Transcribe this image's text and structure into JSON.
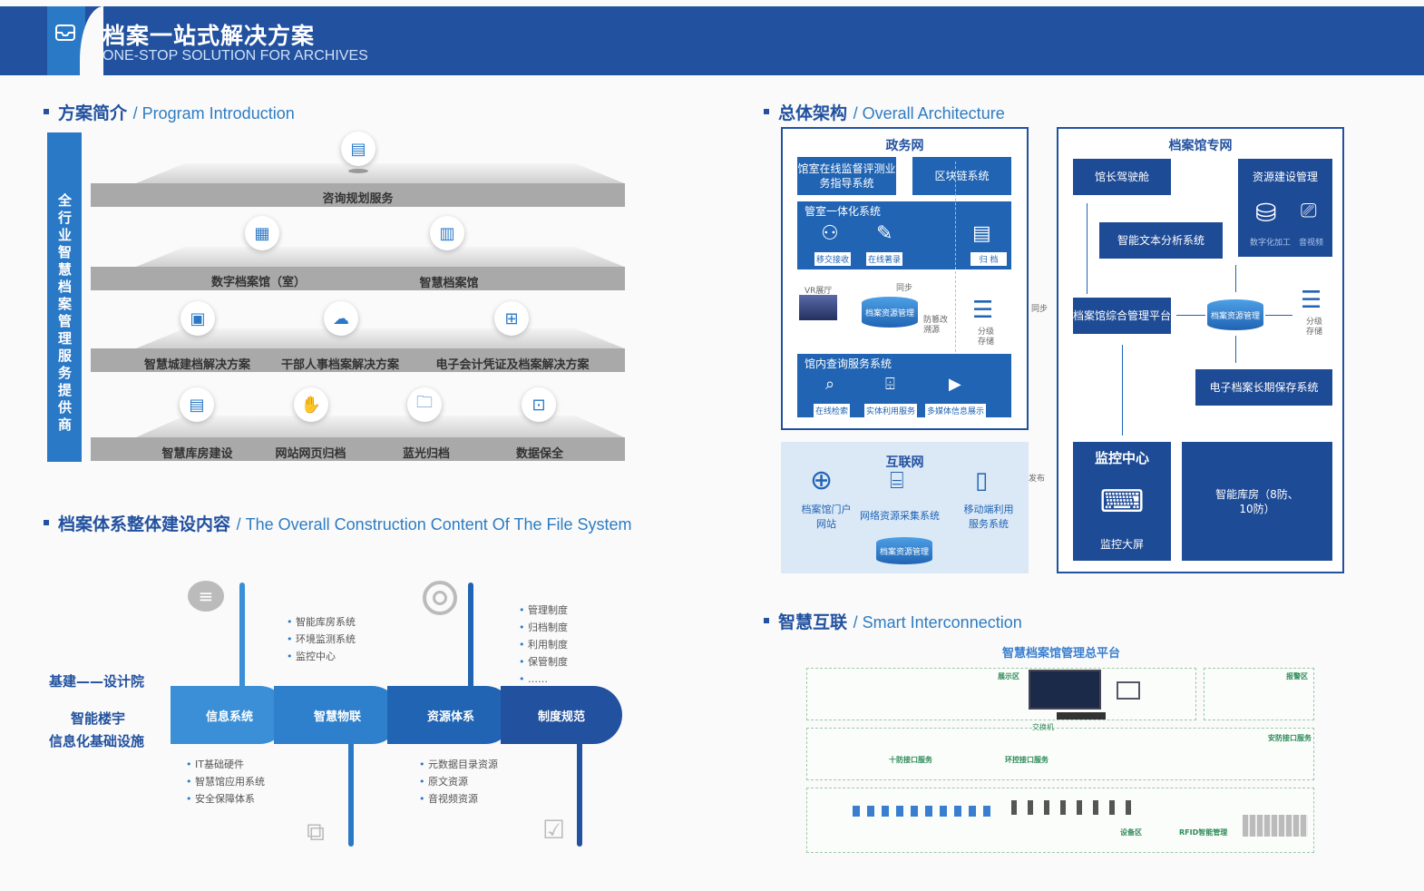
{
  "header": {
    "title": "档案一站式解决方案",
    "subtitle": "ONE-STOP SOLUTION FOR ARCHIVES",
    "icon": "inbox-icon"
  },
  "intro": {
    "title": "方案简介",
    "title_en": "/ Program Introduction",
    "side": "全行业智慧档案管理服务提供商",
    "rows": [
      [
        "咨询规划服务"
      ],
      [
        "数字档案馆（室）",
        "智慧档案馆"
      ],
      [
        "智慧城建档解决方案",
        "干部人事档案解决方案",
        "电子会计凭证及档案解决方案"
      ],
      [
        "智慧库房建设",
        "网站网页归档",
        "蓝光归档",
        "数据保全"
      ]
    ]
  },
  "system": {
    "title": "档案体系整体建设内容",
    "title_en": "/ The Overall Construction Content Of The File System",
    "left1": "基建——设计院",
    "left2": "智能楼宇",
    "left3": "信息化基础设施",
    "chain": [
      "信息系统",
      "智慧物联",
      "资源体系",
      "制度规范"
    ],
    "iot": [
      "智能库房系统",
      "环境监测系统",
      "监控中心"
    ],
    "rules": [
      "管理制度",
      "归档制度",
      "利用制度",
      "保管制度",
      "……"
    ],
    "info": [
      "IT基础硬件",
      "智慧馆应用系统",
      "安全保障体系"
    ],
    "res": [
      "元数据目录资源",
      "原文资源",
      "音视频资源"
    ]
  },
  "arch": {
    "title": "总体架构",
    "title_en": "/ Overall Architecture",
    "gov": {
      "title": "政务网",
      "b1": "馆室在线监督评测业务指导系统",
      "b2": "区块链系统",
      "m1": "管室一体化系统",
      "i1": "移交接收",
      "i2": "在线著录",
      "i3": "归 档",
      "vr": "VR展厅",
      "db": "档案资源管理",
      "sync": "同步",
      "anti": "防篡改溯源",
      "store": "分级存储",
      "q": "馆内查询服务系统",
      "q1": "在线检索",
      "q2": "实体利用服务",
      "q3": "多媒体信息展示"
    },
    "sync": "同步",
    "pub": "发布",
    "net": {
      "title": "互联网",
      "a": "档案馆门户网站",
      "b": "网络资源采集系统",
      "c": "移动端利用服务系统",
      "db": "档案资源管理"
    },
    "priv": {
      "title": "档案馆专网",
      "a": "馆长驾驶舱",
      "b": "资源建设管理",
      "b1": "数字化加工",
      "b2": "音视频",
      "c": "智能文本分析系统",
      "d": "档案馆综合管理平台",
      "db": "档案资源管理",
      "store": "分级存储",
      "e": "电子档案长期保存系统",
      "mon": "监控中心",
      "screen": "监控大屏",
      "lib": "智能库房（8防、10防）"
    }
  },
  "smart": {
    "title": "智慧互联",
    "title_en": "/ Smart Interconnection",
    "diagram_title": "智慧档案馆管理总平台",
    "z1": "展示区",
    "z2": "报警区",
    "z3": "RFID智能管理",
    "z4": "设备区",
    "z5": "交换机",
    "z6": "十防接口服务",
    "z7": "环控接口服务",
    "z8": "安防接口服务"
  }
}
